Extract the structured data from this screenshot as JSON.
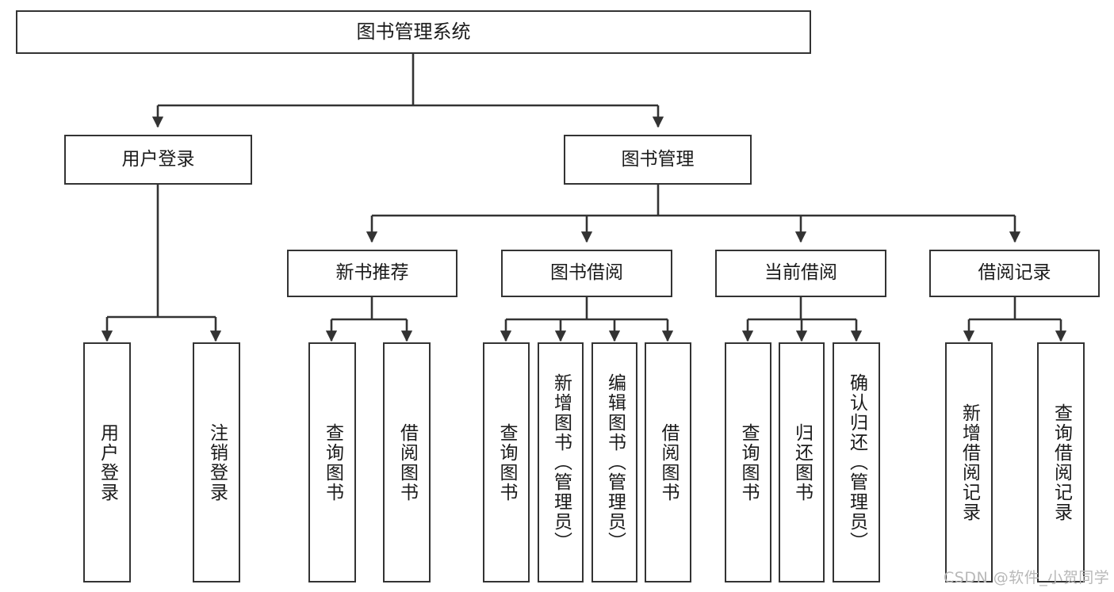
{
  "diagram": {
    "title": "图书管理系统",
    "type": "tree-hierarchy-chart",
    "colors": {
      "box_border": "#333333",
      "box_fill": "#ffffff",
      "edge": "#333333",
      "text": "#1a1a1a",
      "watermark": "#b8b8b8"
    },
    "root": {
      "label": "图书管理系统"
    },
    "level2": [
      {
        "label": "用户登录"
      },
      {
        "label": "图书管理"
      }
    ],
    "level3": [
      {
        "label": "新书推荐"
      },
      {
        "label": "图书借阅"
      },
      {
        "label": "当前借阅"
      },
      {
        "label": "借阅记录"
      }
    ],
    "leaves": [
      {
        "label": "用户登录"
      },
      {
        "label": "注销登录"
      },
      {
        "label": "查询图书"
      },
      {
        "label": "借阅图书"
      },
      {
        "label": "查询图书"
      },
      {
        "label": "新增图书（管理员）"
      },
      {
        "label": "编辑图书（管理员）"
      },
      {
        "label": "借阅图书"
      },
      {
        "label": "查询图书"
      },
      {
        "label": "归还图书"
      },
      {
        "label": "确认归还（管理员）"
      },
      {
        "label": "新增借阅记录"
      },
      {
        "label": "查询借阅记录"
      }
    ]
  },
  "watermark": {
    "text": "CSDN @软件_小贺同学"
  }
}
